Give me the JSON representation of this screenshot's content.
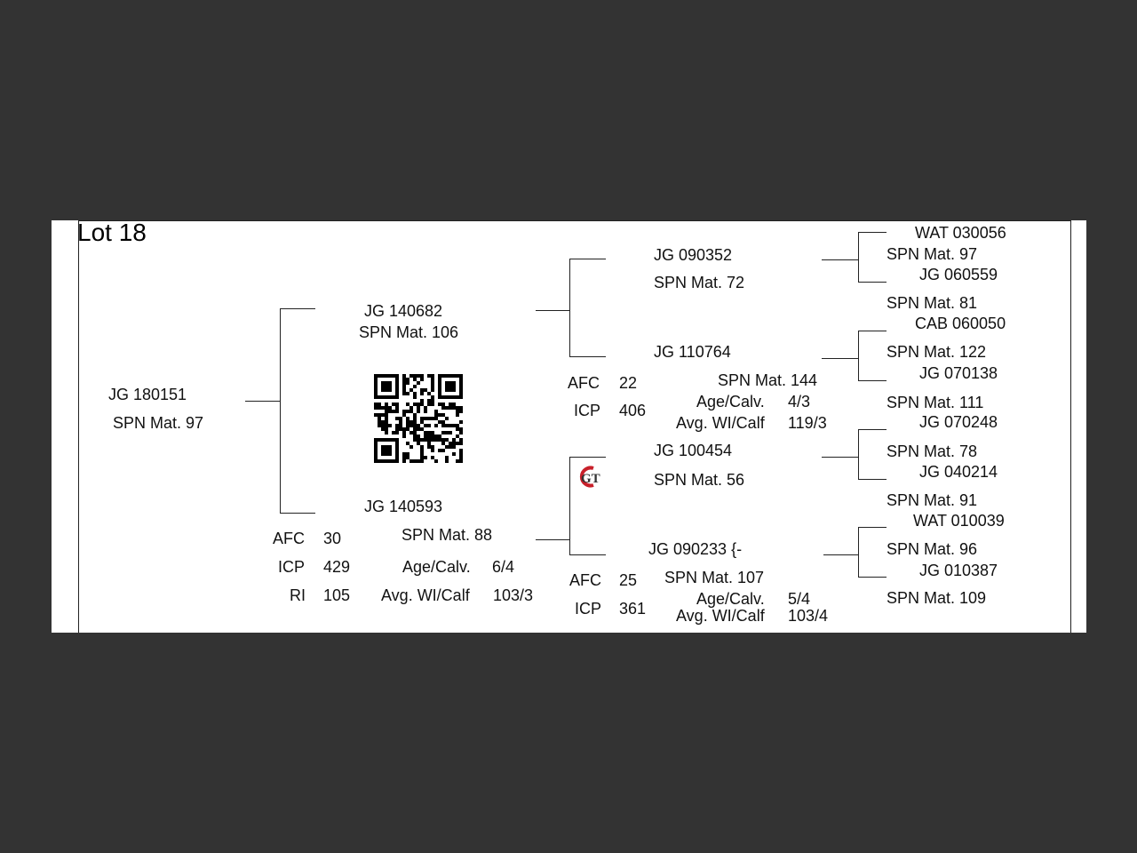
{
  "lot": {
    "title": "Lot 18"
  },
  "subject": {
    "reg": "JG  180151",
    "spn": "SPN Mat. 97"
  },
  "sire": {
    "reg": "JG  140682",
    "spn": "SPN Mat. 106"
  },
  "dam": {
    "reg": "JG  140593",
    "spn": "SPN Mat. 88",
    "afc_label": "AFC",
    "afc": "30",
    "icp_label": "ICP",
    "icp": "429",
    "ri_label": "RI",
    "ri": "105",
    "age_label": "Age/Calv.",
    "age": "6/4",
    "wi_label": "Avg. WI/Calf",
    "wi": "103/3"
  },
  "sire_sire": {
    "reg": "JG  090352",
    "spn": "SPN Mat. 72"
  },
  "sire_dam": {
    "reg": "JG  110764",
    "spn": "SPN Mat. 144",
    "afc_label": "AFC",
    "afc": "22",
    "icp_label": "ICP",
    "icp": "406",
    "age_label": "Age/Calv.",
    "age": "4/3",
    "wi_label": "Avg. WI/Calf",
    "wi": "119/3"
  },
  "dam_sire": {
    "reg": "JG  100454",
    "spn": "SPN Mat. 56"
  },
  "dam_dam": {
    "reg": "JG  090233   {-",
    "spn": "SPN Mat. 107",
    "afc_label": "AFC",
    "afc": "25",
    "icp_label": "ICP",
    "icp": "361",
    "age_label": "Age/Calv.",
    "age": "5/4",
    "wi_label": "Avg. WI/Calf",
    "wi": "103/4"
  },
  "g3": [
    {
      "reg": "WAT 030056",
      "spn": "SPN Mat. 97"
    },
    {
      "reg": "JG  060559",
      "spn": "SPN Mat. 81"
    },
    {
      "reg": "CAB 060050",
      "spn": "SPN Mat. 122"
    },
    {
      "reg": "JG  070138",
      "spn": "SPN Mat. 111"
    },
    {
      "reg": "JG  070248",
      "spn": "SPN Mat. 78"
    },
    {
      "reg": "JG  040214",
      "spn": "SPN Mat. 91"
    },
    {
      "reg": "WAT 010039",
      "spn": "SPN Mat. 96"
    },
    {
      "reg": "JG  010387",
      "spn": "SPN Mat. 109"
    }
  ],
  "logo": {
    "text": "GT",
    "colors": {
      "accent": "#c8202a",
      "ink": "#333333"
    }
  },
  "qr": {
    "icon": "qr-code-icon"
  }
}
